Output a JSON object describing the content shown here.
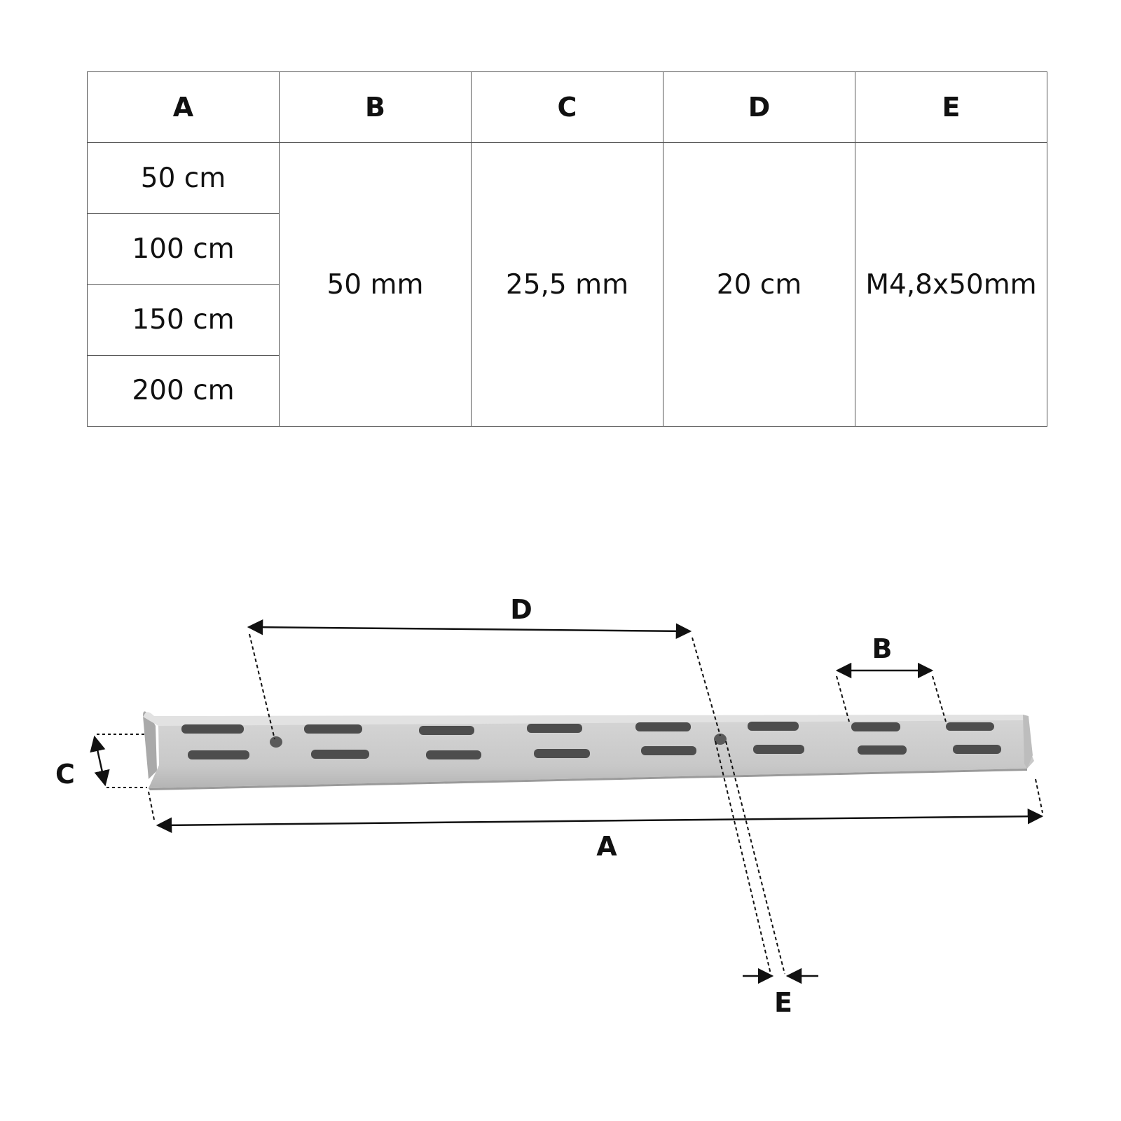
{
  "table": {
    "headers": [
      "A",
      "B",
      "C",
      "D",
      "E"
    ],
    "lengths": [
      "50 cm",
      "100 cm",
      "150 cm",
      "200 cm"
    ],
    "B_value": "50 mm",
    "C_value": "25,5 mm",
    "D_value": "20 cm",
    "E_value": "M4,8x50mm"
  },
  "diagram": {
    "labels": {
      "A": "A",
      "B": "B",
      "C": "C",
      "D": "D",
      "E": "E"
    },
    "colors": {
      "rail": "#c9c9c9",
      "rail_shadow": "#9a9a9a",
      "slot": "#4d4d4d",
      "dimension": "#111111"
    }
  }
}
